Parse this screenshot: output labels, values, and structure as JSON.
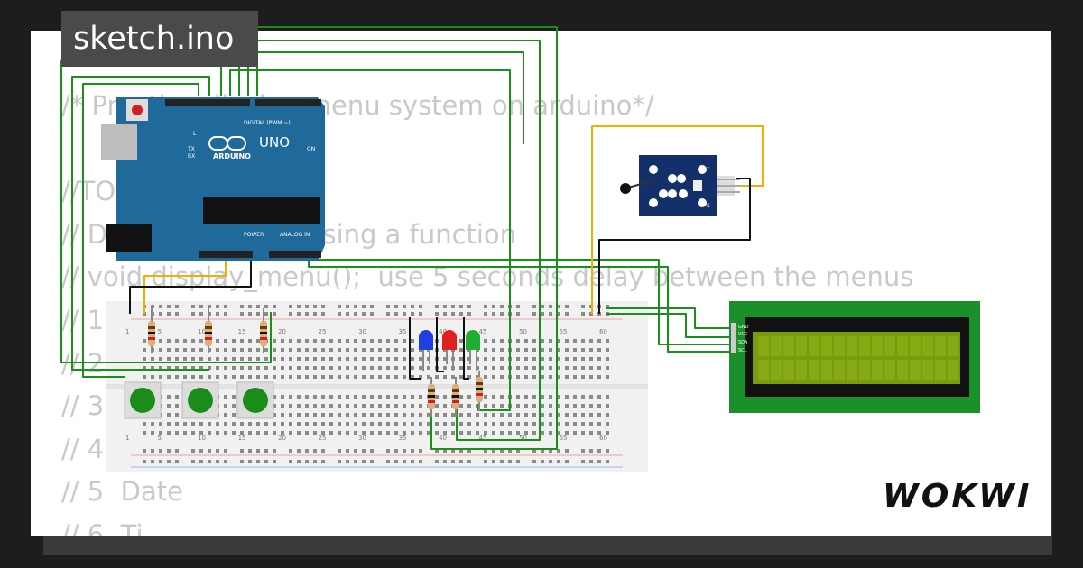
{
  "project": {
    "title": "sketch.ino",
    "brand": "WOKWI"
  },
  "code": {
    "lines": [
      "/* Practice display menu system on arduino*/",
      "",
      "//TO",
      "// D                  ing using a function",
      "// void display_menu();  use 5 seconds delay between the menus",
      "// 1",
      "// 2",
      "// 3",
      "// 4                  g",
      "// 5  Date",
      "// 6  Ti"
    ]
  },
  "board": {
    "brand_text": "ARDUINO",
    "model_text": "UNO",
    "digital_label": "DIGITAL (PWM ~)",
    "analog_label": "ANALOG IN",
    "power_label": "POWER",
    "on_label": "ON",
    "l_label": "L",
    "tx_label": "TX",
    "rx_label": "RX"
  },
  "breadboard": {
    "column_numbers": [
      "1",
      "5",
      "10",
      "15",
      "20",
      "25",
      "30",
      "35",
      "40",
      "45",
      "50",
      "55",
      "60"
    ]
  },
  "lcd": {
    "pins": [
      "GND",
      "VCC",
      "SDA",
      "SCL"
    ]
  },
  "sensor": {
    "pin_label_minus": "-",
    "pin_label_s": "S"
  },
  "colors": {
    "board": "#1f6a9a",
    "wire_green": "#1a8f1a",
    "wire_orange": "#f0b000",
    "wire_black": "#111111",
    "lcd_pcb": "#1b8f2a",
    "lcd_screen": "#7a9c0c",
    "sensor_board": "#13306b",
    "button": "#1a8c1a",
    "led_colors": [
      "#1f3fe0",
      "#e01f1f",
      "#1fae2f"
    ]
  }
}
